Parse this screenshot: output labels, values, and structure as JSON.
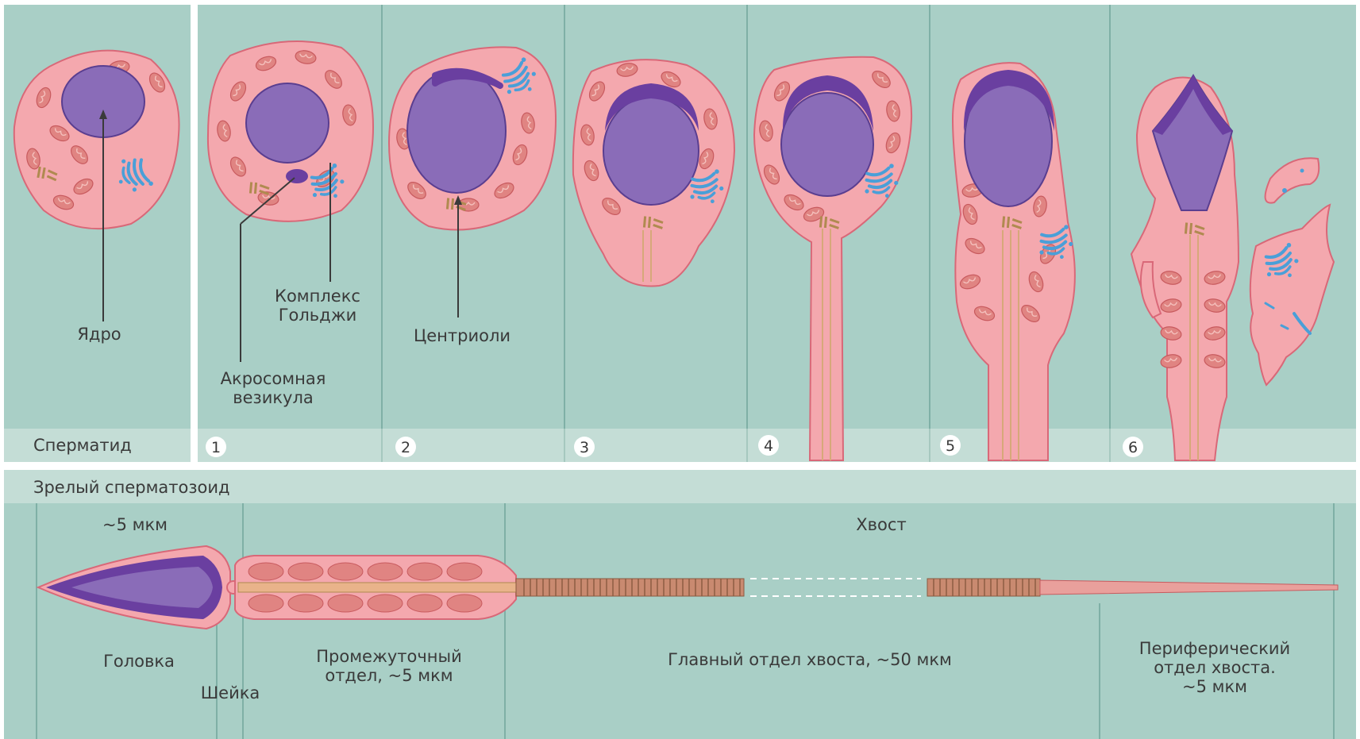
{
  "top": {
    "panel0_caption": "Сперматид",
    "stage_numbers": [
      "1",
      "2",
      "3",
      "4",
      "5",
      "6"
    ],
    "labels": {
      "nucleus": "Ядро",
      "golgi_line1": "Комплекс",
      "golgi_line2": "Гольджи",
      "acrosome_line1": "Акросомная",
      "acrosome_line2": "везикула",
      "centrioles": "Центриоли"
    }
  },
  "bottom": {
    "title": "Зрелый сперматозоид",
    "head_size": "~5 мкм",
    "tail_label": "Хвост",
    "head": "Головка",
    "neck": "Шейка",
    "midpiece_line1": "Промежуточный",
    "midpiece_line2": "отдел, ~5 мкм",
    "principal_piece": "Главный отдел хвоста, ~50 мкм",
    "endpiece_line1": "Периферический",
    "endpiece_line2": "отдел хвоста.",
    "endpiece_line3": "~5 мкм"
  },
  "colors": {
    "panel_bg": "#a9cfc6",
    "caption_bg": "#c4ddd6",
    "cell_fill": "#f4a8ae",
    "cell_stroke": "#d96878",
    "nucleus_fill": "#8a6cb8",
    "acrosome_fill": "#6a3fa0",
    "mito_fill": "#e08482",
    "golgi": "#4a9fd8",
    "centriole": "#b08a50"
  }
}
